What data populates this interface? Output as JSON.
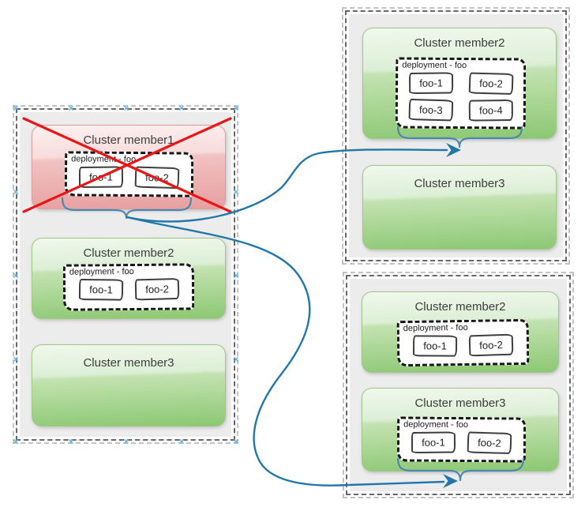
{
  "colors": {
    "connector_blue": "#2277a8",
    "brace_blue": "#4d87b0",
    "failure_red": "#e81616",
    "member_green": "#8cc873",
    "member_failed_red": "#e79f9f",
    "selection_handle_blue": "#5ab4f0",
    "panel_gray": "#ececec"
  },
  "icons": {
    "selection_handle_glyph": "×"
  },
  "panels": {
    "left": {
      "members": [
        {
          "title": "Cluster member1",
          "failed": true,
          "deployment": {
            "label": "deployment - foo",
            "instances": [
              "foo-1",
              "foo-2"
            ]
          }
        },
        {
          "title": "Cluster member2",
          "deployment": {
            "label": "deployment - foo",
            "instances": [
              "foo-1",
              "foo-2"
            ]
          }
        },
        {
          "title": "Cluster member3"
        }
      ]
    },
    "top_right": {
      "members": [
        {
          "title": "Cluster member2",
          "deployment": {
            "label": "deployment - foo",
            "instances": [
              "foo-1",
              "foo-2",
              "foo-3",
              "foo-4"
            ]
          }
        },
        {
          "title": "Cluster member3"
        }
      ]
    },
    "bottom_right": {
      "members": [
        {
          "title": "Cluster member2",
          "deployment": {
            "label": "deployment - foo",
            "instances": [
              "foo-1",
              "foo-2"
            ]
          }
        },
        {
          "title": "Cluster member3",
          "deployment": {
            "label": "deployment - foo",
            "instances": [
              "foo-1",
              "foo-2"
            ]
          }
        }
      ]
    }
  }
}
